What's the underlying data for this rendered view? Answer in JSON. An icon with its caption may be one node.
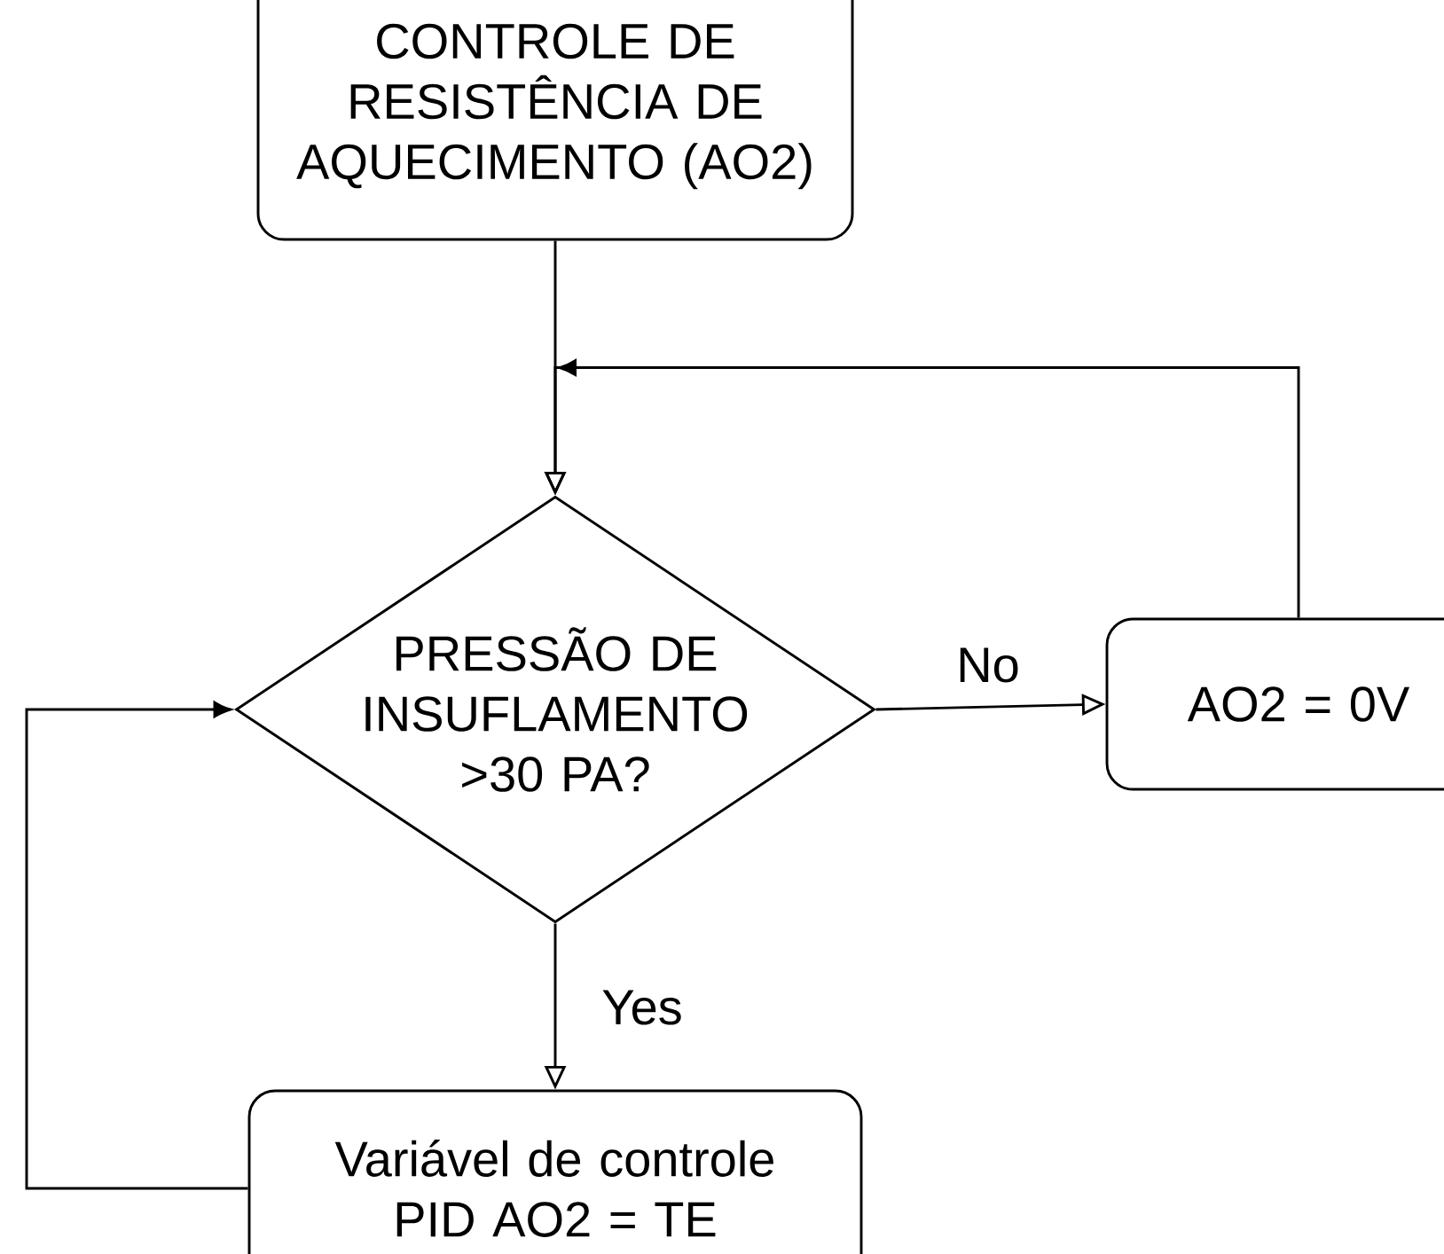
{
  "diagram": {
    "nodes": [
      {
        "text": [
          "CONTROLE DE RESISTÊNCIA DE AQUECIMENTO (AO2)"
        ]
      },
      {
        "text": [
          "PRESSÃO DE INSUFLAMENTO >30 PA?"
        ]
      },
      {
        "text": [
          "AO2 = 0V"
        ]
      },
      {
        "text": [
          "Variável de controle PID AO2 = TE"
        ]
      }
    ],
    "edges": [
      {
        "from": 0,
        "to": 1,
        "arrow": "to"
      },
      {
        "from": 1,
        "to": 2,
        "arrow": "to",
        "label": "No"
      },
      {
        "from": 2,
        "to": 1,
        "arrow": "to"
      },
      {
        "from": 3,
        "to": 1,
        "arrow": "to"
      },
      {
        "from": 1,
        "to": 3,
        "arrow": "to",
        "label": "Yes"
      }
    ]
  }
}
